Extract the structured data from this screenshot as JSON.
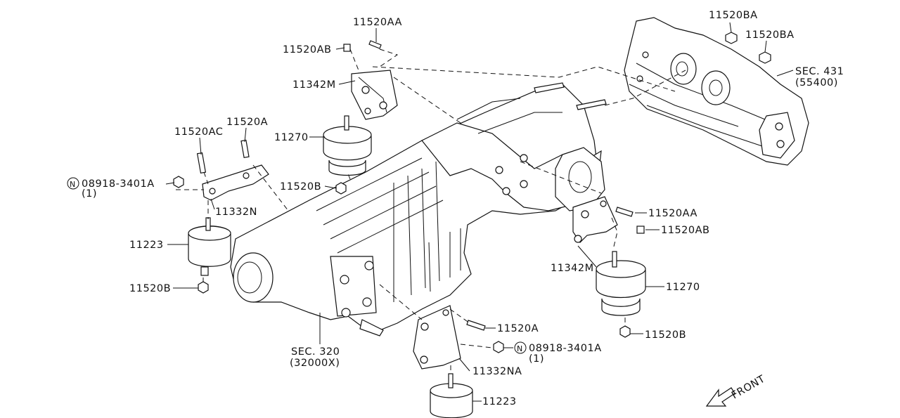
{
  "diagram": {
    "title": "Engine & Transmission Mounting — exploded parts diagram"
  },
  "labels": {
    "n": "N",
    "l1": "11520AA",
    "l2": "11520AB",
    "l3": "11520BA",
    "l4": "11520BA",
    "l5": "SEC. 431",
    "l6": "(55400)",
    "l7": "11342M",
    "l8": "11520A",
    "l9": "11520AC",
    "l10": "11270",
    "l11": "11520B",
    "l12": "08918-3401A",
    "l13": "(1)",
    "l14": "11332N",
    "l15": "11223",
    "l16": "11520B",
    "l17": "SEC. 320",
    "l18": "(32000X)",
    "l19": "11520AA",
    "l20": "11520AB",
    "l21": "11342M",
    "l22": "11270",
    "l23": "11520B",
    "l24": "11520A",
    "l25": "08918-3401A",
    "l26": "(1)",
    "l27": "11332NA",
    "l28": "11223",
    "front": "FRONT"
  }
}
